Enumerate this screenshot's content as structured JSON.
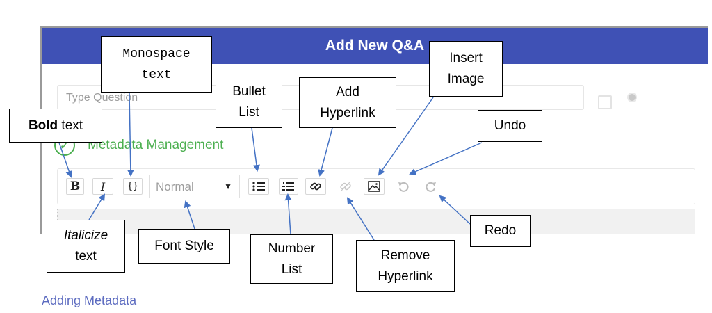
{
  "dialog": {
    "title": "Add New Q&A",
    "question_placeholder": "Type Question",
    "metadata_label": "Metadata Management",
    "metadata_check": "✓"
  },
  "toolbar": {
    "bold_glyph": "B",
    "italic_glyph": "I",
    "mono_glyph": "{}",
    "font_style_value": "Normal",
    "font_style_arrow": "▼"
  },
  "callouts": {
    "bold_strong": "Bold",
    "bold_rest": " text",
    "italic_em": "Italicize",
    "italic_rest": "text",
    "monospace": "Monospace\ntext",
    "font_style": "Font Style",
    "bullet_list": "Bullet\nList",
    "number_list": "Number\nList",
    "add_hyperlink": "Add\nHyperlink",
    "remove_hyperlink": "Remove\nHyperlink",
    "insert_image": "Insert\nImage",
    "undo": "Undo",
    "redo": "Redo"
  },
  "bottom_text": "Adding Metadata",
  "colors": {
    "titlebar": "#3f51b5",
    "metadata_green": "#4caf50",
    "arrow_blue": "#4472c4"
  },
  "icons": [
    "bold-icon",
    "italic-icon",
    "code-icon",
    "bullet-list-icon",
    "number-list-icon",
    "link-icon",
    "unlink-icon",
    "image-icon",
    "undo-icon",
    "redo-icon"
  ]
}
